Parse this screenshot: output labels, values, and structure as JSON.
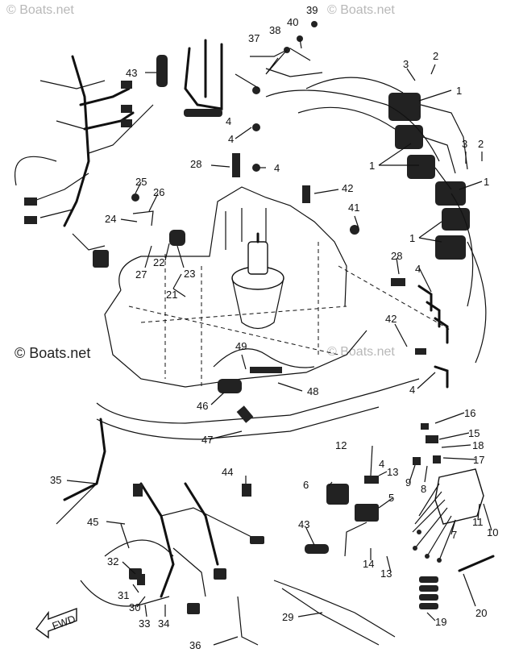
{
  "watermarks": {
    "top_left": "© Boats.net",
    "top_right": "© Boats.net",
    "middle_left": "© Boats.net",
    "middle_right": "© Boats.net"
  },
  "forward_arrow": "FWD",
  "callouts": {
    "c1a": "1",
    "c1b": "1",
    "c1c": "1",
    "c1d": "1",
    "c2a": "2",
    "c2b": "2",
    "c3a": "3",
    "c3b": "3",
    "c4a": "4",
    "c4b": "4",
    "c4c": "4",
    "c4d": "4",
    "c4e": "4",
    "c4f": "4",
    "c5": "5",
    "c6": "6",
    "c7": "7",
    "c8": "8",
    "c9": "9",
    "c10": "10",
    "c11": "11",
    "c12": "12",
    "c13a": "13",
    "c13b": "13",
    "c14": "14",
    "c15": "15",
    "c16": "16",
    "c17": "17",
    "c18": "18",
    "c19": "19",
    "c20": "20",
    "c21": "21",
    "c22": "22",
    "c23": "23",
    "c24": "24",
    "c25": "25",
    "c26": "26",
    "c27": "27",
    "c28a": "28",
    "c28b": "28",
    "c29": "29",
    "c30": "30",
    "c31": "31",
    "c32": "32",
    "c33": "33",
    "c34": "34",
    "c35": "35",
    "c36": "36",
    "c37": "37",
    "c38": "38",
    "c39": "39",
    "c40": "40",
    "c41": "41",
    "c42a": "42",
    "c42b": "42",
    "c43a": "43",
    "c43b": "43",
    "c44": "44",
    "c45": "45",
    "c46": "46",
    "c47": "47",
    "c48": "48",
    "c49": "49"
  }
}
